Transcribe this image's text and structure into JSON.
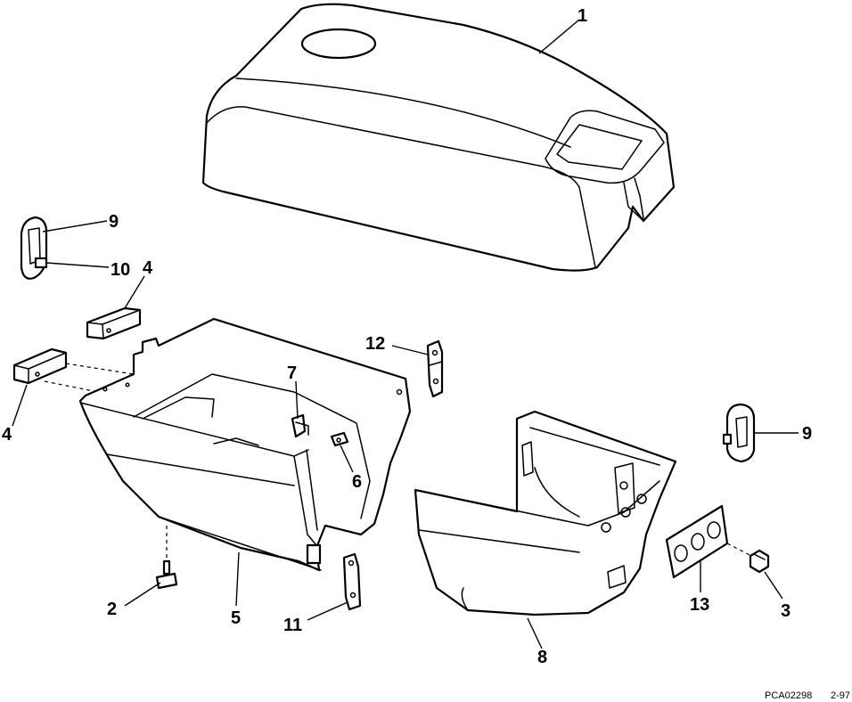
{
  "callouts": {
    "c1": "1",
    "c2": "2",
    "c3": "3",
    "c4a": "4",
    "c4b": "4",
    "c5": "5",
    "c6": "6",
    "c7": "7",
    "c8": "8",
    "c9a": "9",
    "c9b": "9",
    "c10": "10",
    "c11": "11",
    "c12": "12",
    "c13": "13"
  },
  "footer": {
    "code": "PCA02298",
    "date": "2-97"
  }
}
